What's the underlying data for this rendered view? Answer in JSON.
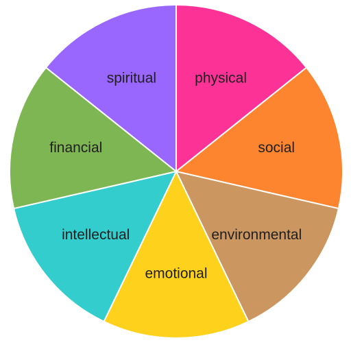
{
  "chart_data": {
    "type": "pie",
    "categories": [
      "physical",
      "social",
      "environmental",
      "emotional",
      "intellectual",
      "financial",
      "spiritual"
    ],
    "values": [
      1,
      1,
      1,
      1,
      1,
      1,
      1
    ],
    "colors": [
      "#fd3296",
      "#fe8530",
      "#cb9660",
      "#fed21c",
      "#32cdcc",
      "#7eb653",
      "#9966fe"
    ],
    "slice_separator_color": "#ffffff"
  }
}
